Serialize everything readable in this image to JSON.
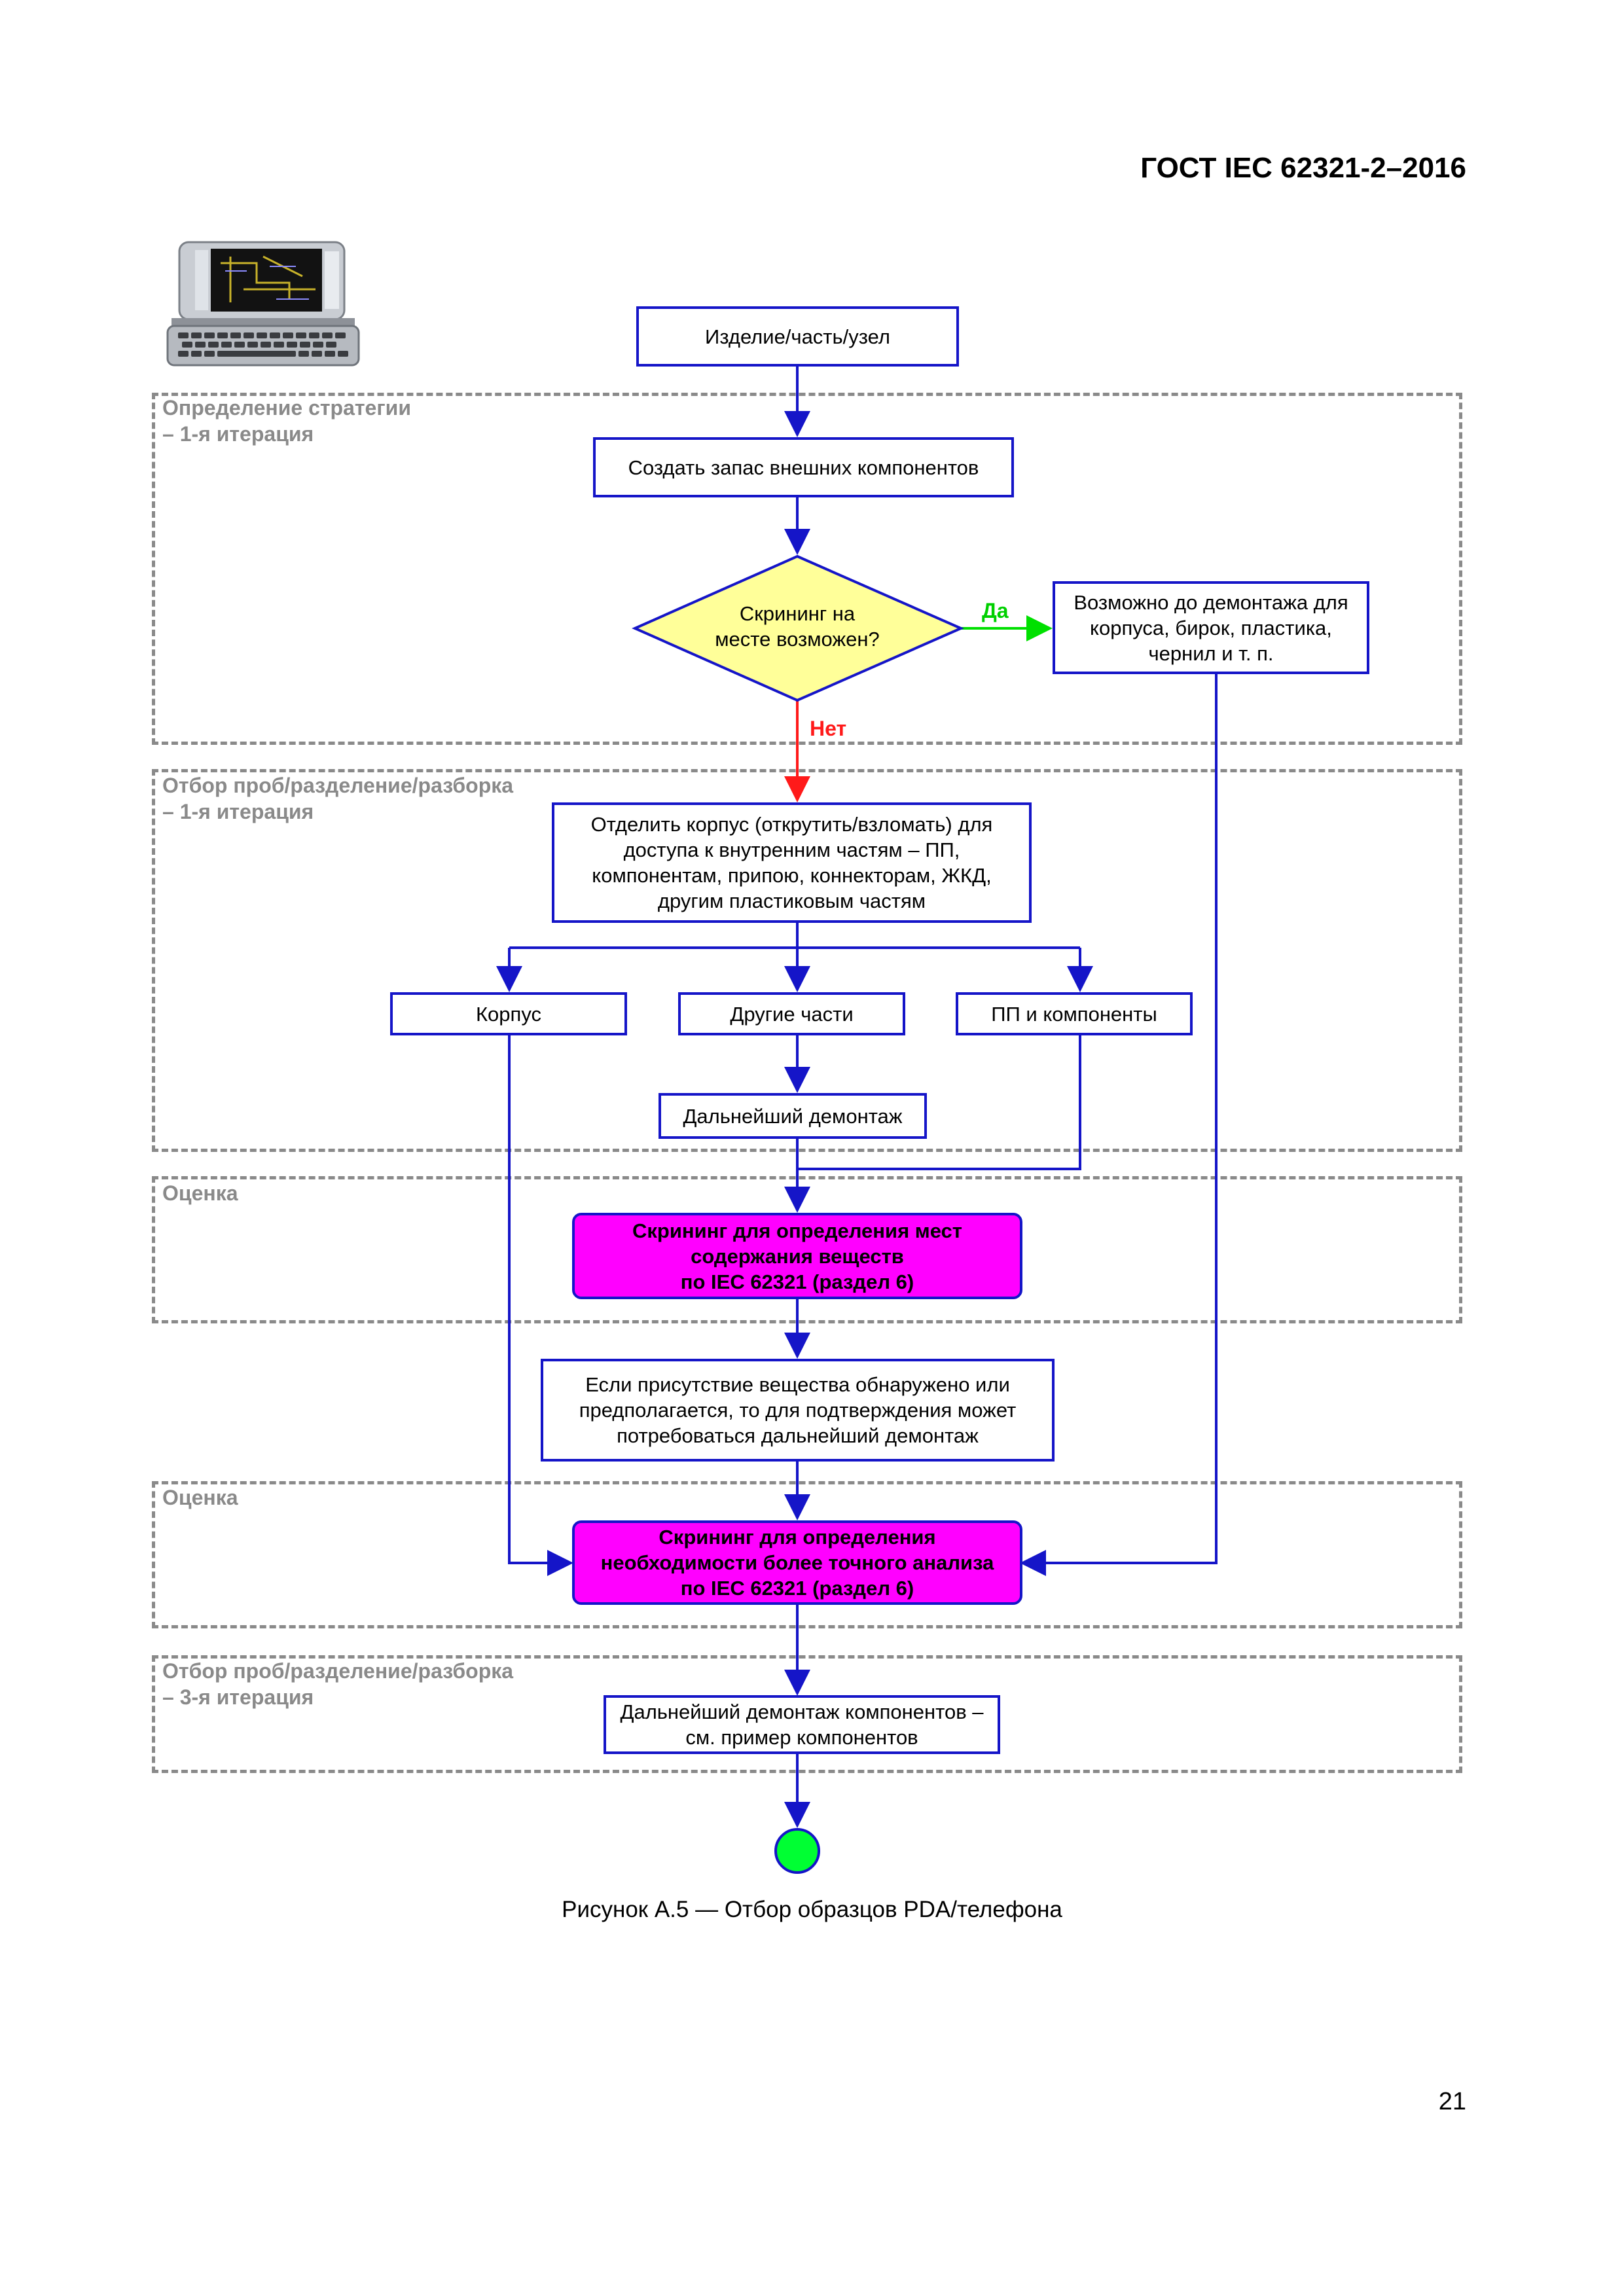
{
  "header": {
    "doc_id": "ГОСТ IEC 62321-2–2016"
  },
  "page_number": "21",
  "caption": "Рисунок А.5 — Отбор образцов PDA/телефона",
  "regions": {
    "strategy": {
      "line1": "Определение стратегии",
      "line2": "– 1-я итерация"
    },
    "sampling1": {
      "line1": "Отбор проб/разделение/разборка",
      "line2": "– 1-я итерация"
    },
    "assessment1": {
      "line1": "Оценка"
    },
    "assessment2": {
      "line1": "Оценка"
    },
    "sampling3": {
      "line1": "Отбор проб/разделение/разборка",
      "line2": "– 3-я итерация"
    }
  },
  "nodes": {
    "product": "Изделие/часть/узел",
    "stock": "Создать запас внешних компонентов",
    "decision_l1": "Скрининг на",
    "decision_l2": "месте возможен?",
    "possible_l1": "Возможно до демонтажа для",
    "possible_l2": "корпуса, бирок, пластика,",
    "possible_l3": "чернил и т. п.",
    "separate_l1": "Отделить корпус (открутить/взломать) для",
    "separate_l2": "доступа к внутренним частям – ПП,",
    "separate_l3": "компонентам, припою, коннекторам, ЖКД,",
    "separate_l4": "другим пластиковым частям",
    "housing": "Корпус",
    "other_parts": "Другие части",
    "pcb": "ПП и компоненты",
    "further_disassembly": "Дальнейший демонтаж",
    "screen1_l1": "Скрининг для определения мест",
    "screen1_l2": "содержания веществ",
    "screen1_l3": "по IEC 62321 (раздел 6)",
    "presence_l1": "Если присутствие вещества обнаружено или",
    "presence_l2": "предполагается, то для подтверждения может",
    "presence_l3": "потребоваться дальнейший демонтаж",
    "screen2_l1": "Скрининг для определения",
    "screen2_l2": "необходимости более точного анализа",
    "screen2_l3": "по IEC 62321 (раздел 6)",
    "components_l1": "Дальнейший демонтаж компонентов –",
    "components_l2": "см. пример компонентов"
  },
  "edges": {
    "yes": "Да",
    "no": "Нет"
  },
  "colors": {
    "box_border": "#1515c8",
    "arrow": "#1515c8",
    "yes_arrow": "#00e000",
    "no_arrow": "#ff1a1a",
    "decision_fill": "#ffff99",
    "screening_fill": "#ff00ff",
    "end_fill": "#00ff33",
    "region_border": "#8a8a8a"
  }
}
